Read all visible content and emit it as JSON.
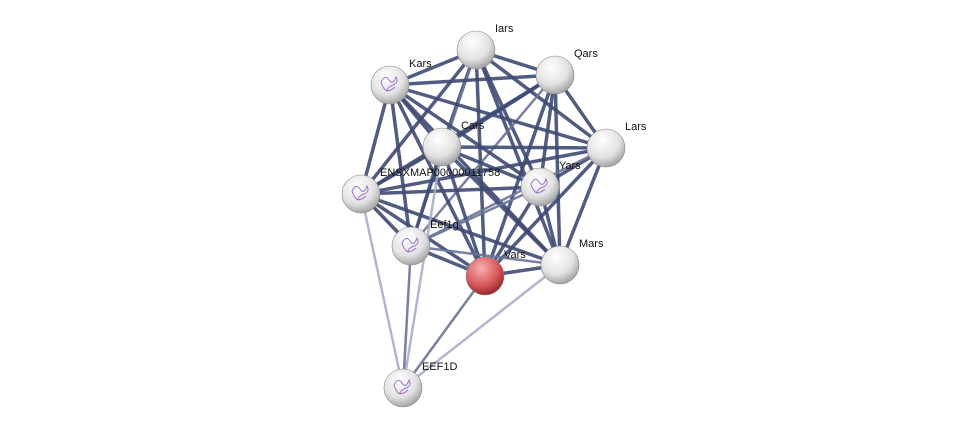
{
  "network": {
    "query_node": "Vars",
    "nodes": [
      {
        "id": "Iars",
        "label": "Iars",
        "color": "#e6e6e6",
        "structure": false
      },
      {
        "id": "Qars",
        "label": "Qars",
        "color": "#e6e6e6",
        "structure": false
      },
      {
        "id": "Kars",
        "label": "Kars",
        "color": "#e6e6e6",
        "structure": true
      },
      {
        "id": "Lars",
        "label": "Lars",
        "color": "#e6e6e6",
        "structure": false
      },
      {
        "id": "Cars",
        "label": "Cars",
        "color": "#e6e6e6",
        "structure": false
      },
      {
        "id": "ENSX",
        "label": "ENSXMAP00000011758",
        "color": "#e6e6e6",
        "structure": true
      },
      {
        "id": "Yars",
        "label": "Yars",
        "color": "#e6e6e6",
        "structure": true
      },
      {
        "id": "Eef1g",
        "label": "Eef1g",
        "color": "#e6e6e6",
        "structure": true
      },
      {
        "id": "Vars",
        "label": "Vars",
        "color": "#d9484a",
        "structure": false
      },
      {
        "id": "Mars",
        "label": "Mars",
        "color": "#e6e6e6",
        "structure": false
      },
      {
        "id": "EEF1D",
        "label": "EEF1D",
        "color": "#e6e6e6",
        "structure": true
      }
    ],
    "edges": [
      [
        "Iars",
        "Qars",
        0.9
      ],
      [
        "Iars",
        "Kars",
        0.9
      ],
      [
        "Iars",
        "Lars",
        0.9
      ],
      [
        "Iars",
        "Cars",
        0.9
      ],
      [
        "Iars",
        "ENSX",
        0.8
      ],
      [
        "Iars",
        "Yars",
        0.9
      ],
      [
        "Iars",
        "Eef1g",
        0.7
      ],
      [
        "Iars",
        "Vars",
        0.9
      ],
      [
        "Iars",
        "Mars",
        0.9
      ],
      [
        "Qars",
        "Kars",
        0.9
      ],
      [
        "Qars",
        "Lars",
        0.9
      ],
      [
        "Qars",
        "Cars",
        0.9
      ],
      [
        "Qars",
        "ENSX",
        0.8
      ],
      [
        "Qars",
        "Yars",
        0.9
      ],
      [
        "Qars",
        "Eef1g",
        0.7
      ],
      [
        "Qars",
        "Vars",
        0.9
      ],
      [
        "Qars",
        "Mars",
        0.9
      ],
      [
        "Kars",
        "Lars",
        0.9
      ],
      [
        "Kars",
        "Cars",
        0.9
      ],
      [
        "Kars",
        "ENSX",
        0.9
      ],
      [
        "Kars",
        "Yars",
        0.9
      ],
      [
        "Kars",
        "Eef1g",
        0.8
      ],
      [
        "Kars",
        "Vars",
        0.9
      ],
      [
        "Kars",
        "Mars",
        0.9
      ],
      [
        "Lars",
        "Cars",
        0.9
      ],
      [
        "Lars",
        "ENSX",
        0.8
      ],
      [
        "Lars",
        "Yars",
        0.9
      ],
      [
        "Lars",
        "Vars",
        0.9
      ],
      [
        "Lars",
        "Mars",
        0.9
      ],
      [
        "Lars",
        "Eef1g",
        0.6
      ],
      [
        "Cars",
        "ENSX",
        0.9
      ],
      [
        "Cars",
        "Yars",
        0.9
      ],
      [
        "Cars",
        "Eef1g",
        0.8
      ],
      [
        "Cars",
        "Vars",
        0.9
      ],
      [
        "Cars",
        "Mars",
        0.9
      ],
      [
        "ENSX",
        "Yars",
        0.9
      ],
      [
        "ENSX",
        "Eef1g",
        0.9
      ],
      [
        "ENSX",
        "Vars",
        0.9
      ],
      [
        "ENSX",
        "Mars",
        0.8
      ],
      [
        "Yars",
        "Eef1g",
        0.7
      ],
      [
        "Yars",
        "Vars",
        0.9
      ],
      [
        "Yars",
        "Mars",
        0.9
      ],
      [
        "Eef1g",
        "Vars",
        0.9
      ],
      [
        "Eef1g",
        "Mars",
        0.6
      ],
      [
        "Vars",
        "Mars",
        0.9
      ],
      [
        "EEF1D",
        "ENSX",
        0.5
      ],
      [
        "EEF1D",
        "Eef1g",
        0.6
      ],
      [
        "EEF1D",
        "Vars",
        0.6
      ],
      [
        "EEF1D",
        "Mars",
        0.5
      ],
      [
        "EEF1D",
        "Cars",
        0.3
      ]
    ]
  }
}
